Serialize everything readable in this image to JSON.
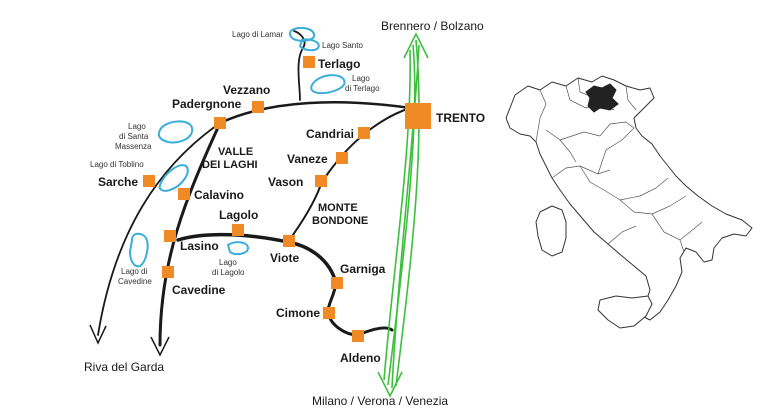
{
  "colors": {
    "stop": "#f08a24",
    "road": "#1a1a1a",
    "highway": "#3cbf3c",
    "lake": "#3aaed8",
    "trentino_fill": "#222222"
  },
  "map": {
    "city": "TRENTO",
    "towns": {
      "terlago": "Terlago",
      "vezzano": "Vezzano",
      "padergnone": "Padergnone",
      "candriai": "Candriai",
      "vaneze": "Vaneze",
      "vason": "Vason",
      "sarche": "Sarche",
      "calavino": "Calavino",
      "lagolo": "Lagolo",
      "lasino": "Lasino",
      "viote": "Viote",
      "cavedine": "Cavedine",
      "garniga": "Garniga",
      "cimone": "Cimone",
      "aldeno": "Aldeno"
    },
    "regions": {
      "valle_1": "VALLE",
      "valle_2": "DEI LAGHI",
      "monte_1": "MONTE",
      "monte_2": "BONDONE"
    },
    "lakes": {
      "lamar": "Lago di Lamar",
      "santo": "Lago Santo",
      "terlago_1": "Lago",
      "terlago_2": "di Terlago",
      "santa_1": "Lago",
      "santa_2": "di Santa",
      "santa_3": "Massenza",
      "toblino": "Lago di Toblino",
      "lagolo_1": "Lago",
      "lagolo_2": "di Lagolo",
      "cavedine_1": "Lago di",
      "cavedine_2": "Cavedine"
    },
    "destinations": {
      "north": "Brennero / Bolzano",
      "south": "Milano / Verona / Venezia",
      "riva": "Riva del Garda"
    }
  },
  "inset": {
    "icon": "italy-outline-icon",
    "highlight": "trentino-highlight-icon"
  }
}
